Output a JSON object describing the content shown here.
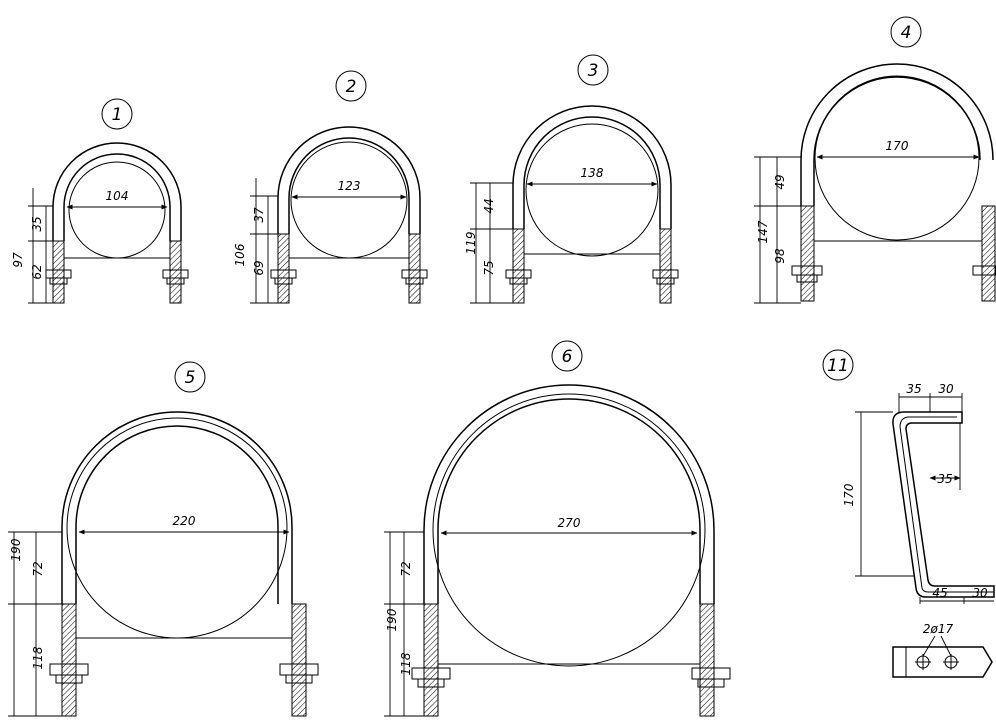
{
  "bolts": [
    {
      "label": "1",
      "width": "104",
      "total": "97",
      "upper": "35",
      "lower": "62"
    },
    {
      "label": "2",
      "width": "123",
      "total": "106",
      "upper": "37",
      "lower": "69"
    },
    {
      "label": "3",
      "width": "138",
      "total": "119",
      "upper": "44",
      "lower": "75"
    },
    {
      "label": "4",
      "width": "170",
      "total": "147",
      "upper": "49",
      "lower": "98"
    },
    {
      "label": "5",
      "width": "220",
      "total": "190",
      "upper": "72",
      "lower": "118"
    },
    {
      "label": "6",
      "width": "270",
      "total": "190",
      "upper": "72",
      "lower": "118"
    }
  ],
  "bracket": {
    "label": "11",
    "top_left": "35",
    "top_right": "30",
    "depth": "35",
    "height": "170",
    "bottom_left": "45",
    "bottom_right": "30",
    "holes": "2ø17"
  },
  "colors": {
    "line": "#000000",
    "background": "#ffffff"
  }
}
